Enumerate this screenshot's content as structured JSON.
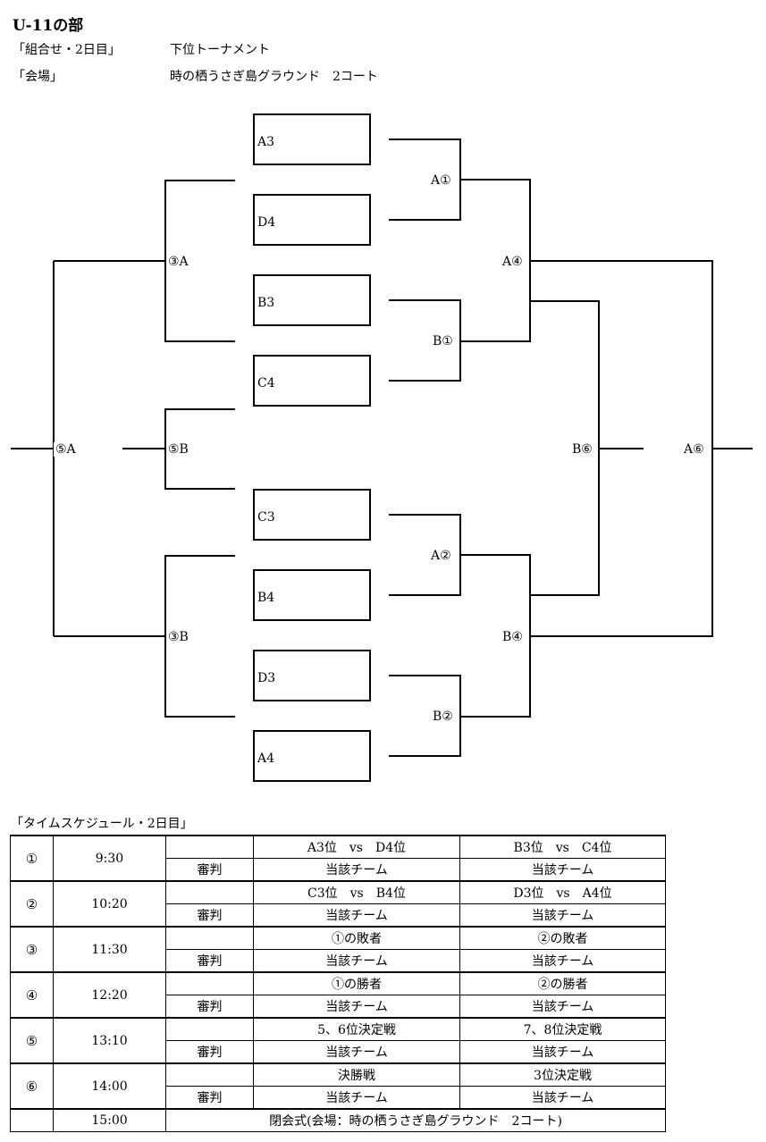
{
  "header": {
    "title": "U-11の部",
    "rows": [
      {
        "label": "「組合せ・2日目」",
        "value": "下位トーナメント"
      },
      {
        "label": "「会場」",
        "value": "時の栖うさぎ島グラウンド　2コート"
      }
    ]
  },
  "bracket": {
    "teams": [
      "A3",
      "D4",
      "B3",
      "C4",
      "C3",
      "B4",
      "D3",
      "A4"
    ],
    "matches": {
      "a1": "A①",
      "b1": "B①",
      "a2": "A②",
      "b2": "B②",
      "a3": "③A",
      "b3": "③B",
      "a4": "A④",
      "b4": "B④",
      "a5": "⑤A",
      "b5": "⑤B",
      "b6": "B⑥",
      "a6": "A⑥"
    }
  },
  "schedule": {
    "label": "「タイムスケジュール・2日目」",
    "referee_label": "審判",
    "rounds": [
      {
        "no": "①",
        "time": "9:30",
        "game1": "A3位　vs　D4位",
        "game2": "B3位　vs　C4位",
        "ref1": "当該チーム",
        "ref2": "当該チーム"
      },
      {
        "no": "②",
        "time": "10:20",
        "game1": "C3位　vs　B4位",
        "game2": "D3位　vs　A4位",
        "ref1": "当該チーム",
        "ref2": "当該チーム"
      },
      {
        "no": "③",
        "time": "11:30",
        "game1": "①の敗者",
        "game2": "②の敗者",
        "ref1": "当該チーム",
        "ref2": "当該チーム"
      },
      {
        "no": "④",
        "time": "12:20",
        "game1": "①の勝者",
        "game2": "②の勝者",
        "ref1": "当該チーム",
        "ref2": "当該チーム"
      },
      {
        "no": "⑤",
        "time": "13:10",
        "game1": "5、6位決定戦",
        "game2": "7、8位決定戦",
        "ref1": "当該チーム",
        "ref2": "当該チーム"
      },
      {
        "no": "⑥",
        "time": "14:00",
        "game1": "決勝戦",
        "game2": "3位決定戦",
        "ref1": "当該チーム",
        "ref2": "当該チーム"
      }
    ],
    "closing": {
      "time": "15:00",
      "text": "閉会式(会場：時の栖うさぎ島グラウンド　2コート)"
    }
  }
}
